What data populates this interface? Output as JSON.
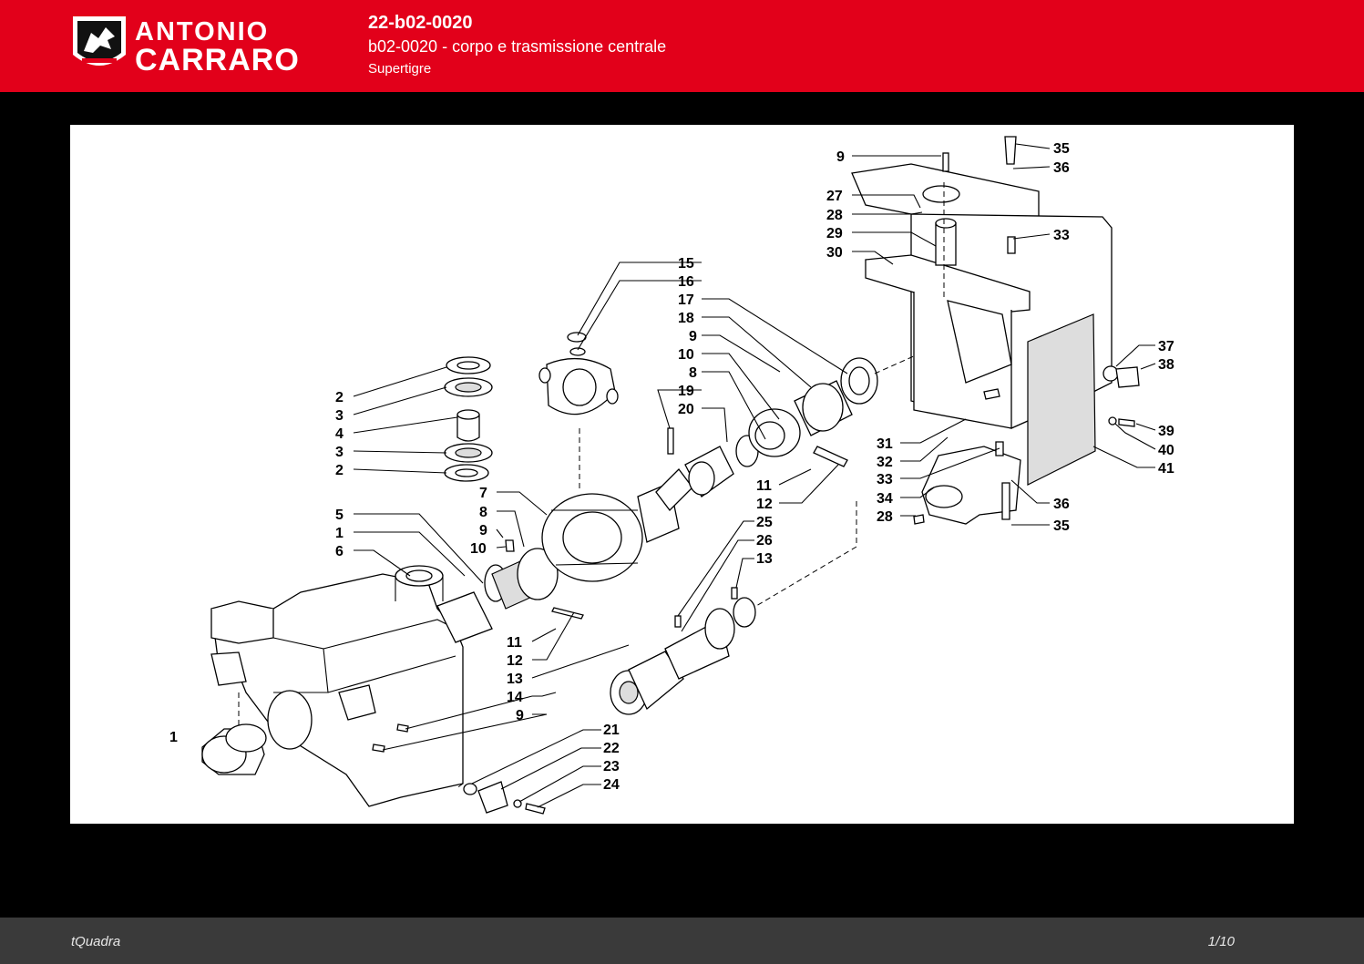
{
  "header": {
    "brand_top": "ANTONIO",
    "brand_bottom": "CARRARO",
    "code": "22-b02-0020",
    "description": "b02-0020 - corpo e trasmissione centrale",
    "model": "Supertigre",
    "brand_color": "#e2001a"
  },
  "diagram": {
    "labels": {
      "l2a": "2",
      "l3a": "3",
      "l4": "4",
      "l3b": "3",
      "l2b": "2",
      "l5": "5",
      "l1a": "1",
      "l6": "6",
      "l1b": "1",
      "l7": "7",
      "l8a": "8",
      "l9a": "9",
      "l10a": "10",
      "l11a": "11",
      "l12a": "12",
      "l13a": "13",
      "l14": "14",
      "l9b": "9",
      "l15": "15",
      "l16": "16",
      "l17": "17",
      "l18": "18",
      "l9c": "9",
      "l10b": "10",
      "l8b": "8",
      "l19": "19",
      "l20": "20",
      "l11b": "11",
      "l12b": "12",
      "l25": "25",
      "l26": "26",
      "l13b": "13",
      "l21": "21",
      "l22": "22",
      "l23": "23",
      "l24": "24",
      "l9d": "9",
      "l27": "27",
      "l28a": "28",
      "l29": "29",
      "l30": "30",
      "l35a": "35",
      "l36a": "36",
      "l33a": "33",
      "l31": "31",
      "l32": "32",
      "l33b": "33",
      "l34": "34",
      "l28b": "28",
      "l36b": "36",
      "l35b": "35",
      "l37": "37",
      "l38": "38",
      "l39": "39",
      "l40": "40",
      "l41": "41"
    }
  },
  "footer": {
    "left": "tQuadra",
    "page": "1/10"
  }
}
